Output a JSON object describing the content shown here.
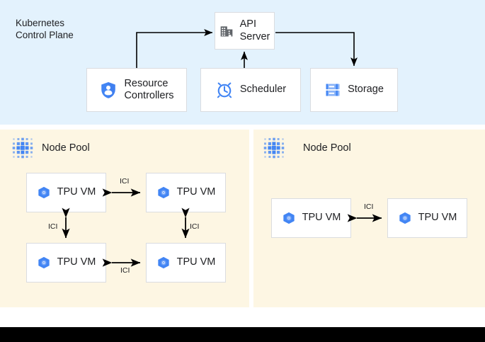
{
  "control_plane": {
    "title": "Kubernetes\nControl Plane",
    "background_color": "#e3f2fd",
    "nodes": [
      {
        "id": "api-server",
        "label": "API\nServer",
        "icon": "building-icon"
      },
      {
        "id": "resource-controllers",
        "label": "Resource\nControllers",
        "icon": "shield-person-icon"
      },
      {
        "id": "scheduler",
        "label": "Scheduler",
        "icon": "alarm-clock-icon"
      },
      {
        "id": "storage",
        "label": "Storage",
        "icon": "server-rack-icon"
      }
    ],
    "connections": [
      {
        "from": "resource-controllers",
        "to": "api-server"
      },
      {
        "from": "scheduler",
        "to": "api-server"
      },
      {
        "from": "api-server",
        "to": "storage"
      }
    ]
  },
  "node_pools": [
    {
      "id": "node-pool-left",
      "title": "Node Pool",
      "icon": "dot-matrix-icon",
      "background_color": "#fdf6e3",
      "vms": [
        {
          "id": "vm-tl",
          "label": "TPU VM",
          "icon": "tpu-hex-icon"
        },
        {
          "id": "vm-tr",
          "label": "TPU VM",
          "icon": "tpu-hex-icon"
        },
        {
          "id": "vm-bl",
          "label": "TPU VM",
          "icon": "tpu-hex-icon"
        },
        {
          "id": "vm-br",
          "label": "TPU VM",
          "icon": "tpu-hex-icon"
        }
      ],
      "links": [
        {
          "from": "vm-tl",
          "to": "vm-tr",
          "label": "ICI"
        },
        {
          "from": "vm-bl",
          "to": "vm-br",
          "label": "ICI"
        },
        {
          "from": "vm-tl",
          "to": "vm-bl",
          "label": "ICI"
        },
        {
          "from": "vm-tr",
          "to": "vm-br",
          "label": "ICI"
        }
      ]
    },
    {
      "id": "node-pool-right",
      "title": "Node Pool",
      "icon": "dot-matrix-icon",
      "background_color": "#fdf6e3",
      "vms": [
        {
          "id": "vm-r1",
          "label": "TPU VM",
          "icon": "tpu-hex-icon"
        },
        {
          "id": "vm-r2",
          "label": "TPU VM",
          "icon": "tpu-hex-icon"
        }
      ],
      "links": [
        {
          "from": "vm-r1",
          "to": "vm-r2",
          "label": "ICI"
        }
      ]
    }
  ],
  "colors": {
    "control_plane_bg": "#e3f2fd",
    "node_pool_bg": "#fdf6e3",
    "box_bg": "#ffffff",
    "box_border": "#dadce0",
    "icon_blue": "#4285f4",
    "icon_gray": "#5f6368",
    "text": "#202124",
    "connector": "#000000",
    "bottom_bar": "#000000"
  }
}
